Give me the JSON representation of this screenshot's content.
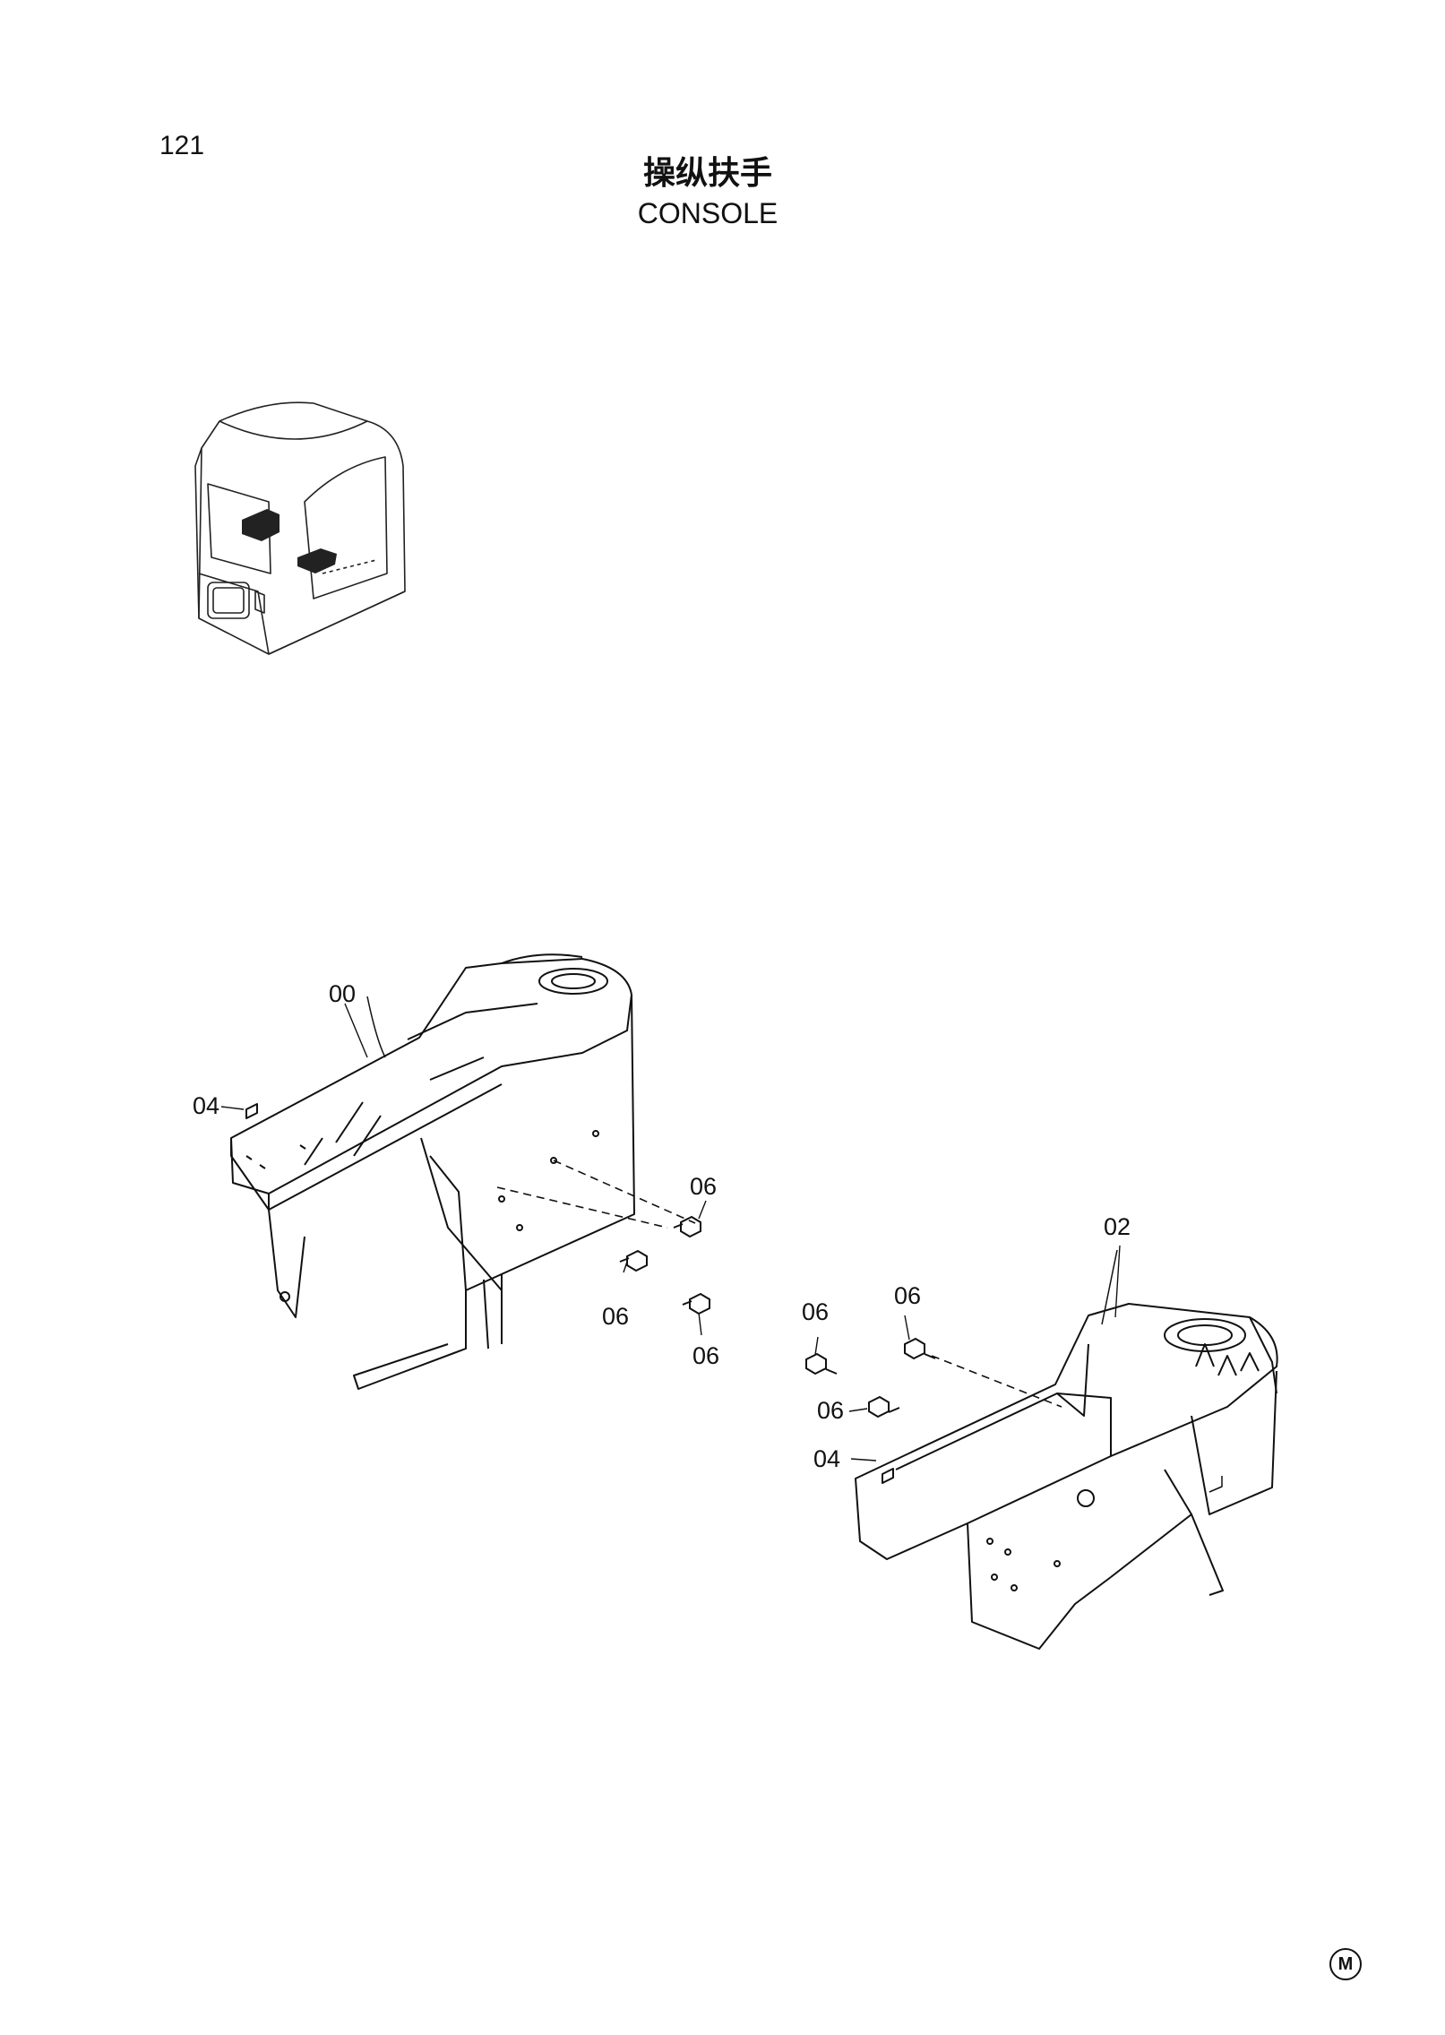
{
  "page": {
    "number": "121"
  },
  "title": {
    "cn": "操纵扶手",
    "en": "CONSOLE"
  },
  "callouts": {
    "c00": "00",
    "c04a": "04",
    "c06a": "06",
    "c06b": "06",
    "c06c": "06",
    "c02": "02",
    "c06d": "06",
    "c06e": "06",
    "c06f": "06",
    "c04b": "04"
  },
  "corner_mark": "M"
}
